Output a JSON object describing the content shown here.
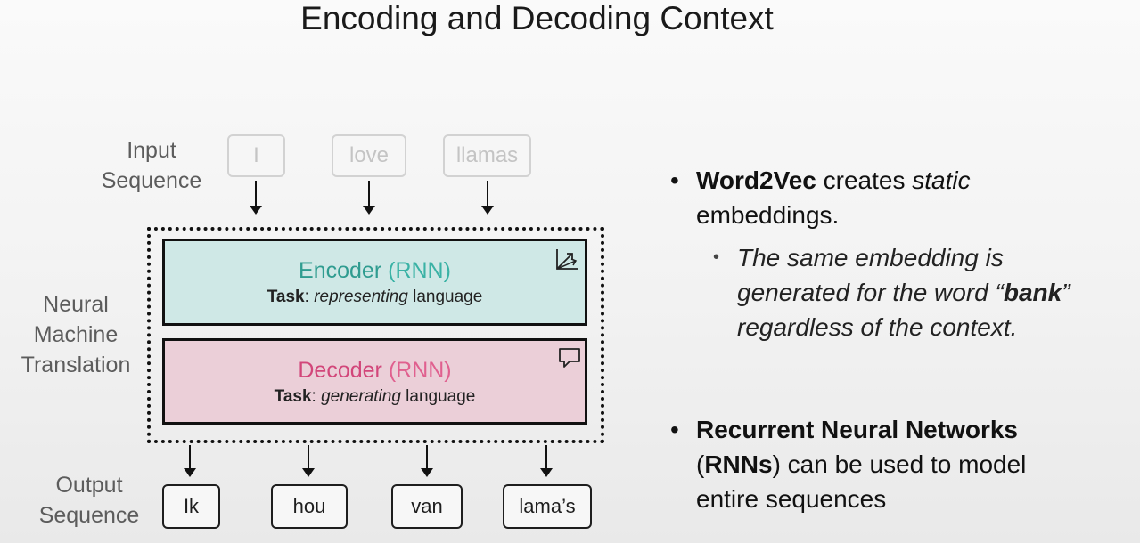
{
  "title": "Encoding and Decoding Context",
  "labels": {
    "input_line1": "Input",
    "input_line2": "Sequence",
    "nmt_line1": "Neural",
    "nmt_line2": "Machine",
    "nmt_line3": "Translation",
    "output_line1": "Output",
    "output_line2": "Sequence"
  },
  "input_tokens": [
    "I",
    "love",
    "llamas"
  ],
  "output_tokens": [
    "Ik",
    "hou",
    "van",
    "lama’s"
  ],
  "encoder": {
    "word": "Encoder",
    "paren": "(RNN)",
    "task_label": "Task",
    "task_colon": ": ",
    "task_verb": "representing",
    "task_rest": " language",
    "icon": "embedding-axes-icon",
    "color": "#2f9c90"
  },
  "decoder": {
    "word": "Decoder",
    "paren": "(RNN)",
    "task_label": "Task",
    "task_colon": ": ",
    "task_verb": "generating",
    "task_rest": " language",
    "icon": "speech-bubble-icon",
    "color": "#d2467a"
  },
  "bullets": {
    "b1_bold": "Word2Vec",
    "b1_mid": " creates ",
    "b1_italic": "static",
    "b1_line2": "embeddings.",
    "sub_line1": "The same embedding is",
    "sub_line2_a": "generated for the word “",
    "sub_line2_bold": "bank",
    "sub_line2_b": "”",
    "sub_line3": "regardless of the context.",
    "b2_bold": "Recurrent Neural Networks",
    "b2_paren_open": "(",
    "b2_paren_bold": "RNNs",
    "b2_rest": ") can be used to model",
    "b2_line3": "entire sequences",
    "bullet_char": "•",
    "sub_bullet_char": "•"
  }
}
